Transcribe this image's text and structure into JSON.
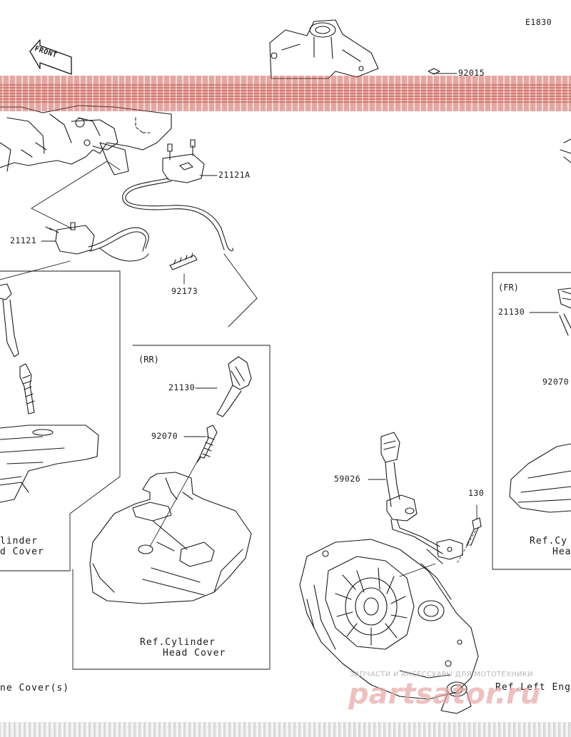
{
  "diagram": {
    "code": "E1830",
    "front_label": "FRONT",
    "parts": {
      "p92015": "92015",
      "p21121A": "21121A",
      "p21121": "21121",
      "p92173": "92173",
      "p21130_rr": "21130",
      "p92070_rr": "92070",
      "p21130_fr": "21130",
      "p92070_fr": "92070",
      "p59026": "59026",
      "p130": "130"
    },
    "sections": {
      "rr": "(RR)",
      "fr": "(FR)"
    },
    "refs": {
      "left_cover_line1": "linder",
      "left_cover_line2": "d Cover",
      "rr_cover_line1": "Ref.Cylinder",
      "rr_cover_line2": "Head Cover",
      "fr_cover_line1": "Ref.Cy",
      "fr_cover_line2": "Hea",
      "engine_covers": "ne Cover(s)",
      "left_engine": "Ref.Left Engi"
    },
    "watermark": {
      "line1": "ЗАПЧАСТИ И АКСЕССУАРЫ ДЛЯ МОТОТЕХНИКИ",
      "line2": "partsator.ru"
    },
    "colors": {
      "line": "#1a1a1a",
      "band": "#c0453a",
      "watermark": "#e8a8a8"
    }
  }
}
